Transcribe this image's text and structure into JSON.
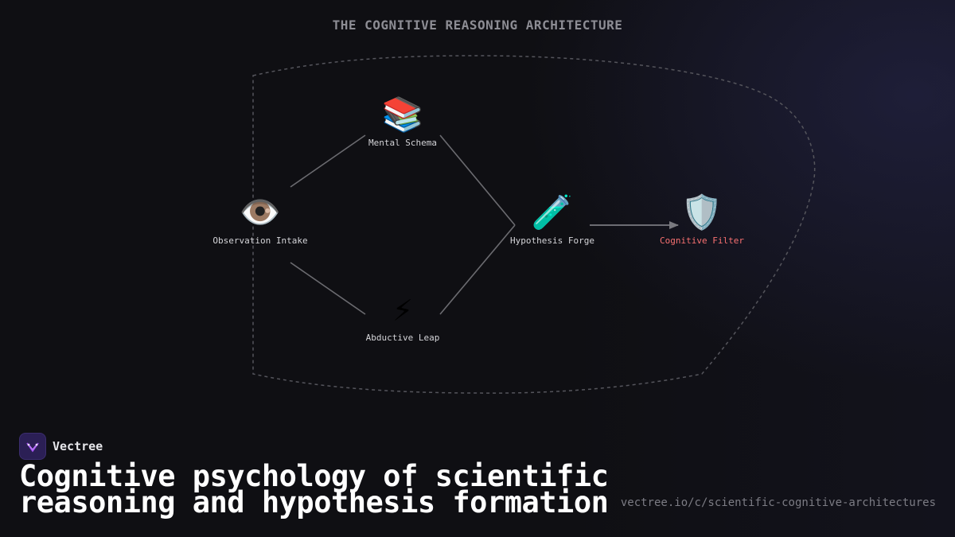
{
  "diagram": {
    "title": "THE COGNITIVE REASONING ARCHITECTURE",
    "nodes": [
      {
        "id": "observation",
        "label": "Observation Intake",
        "icon": "eye-icon",
        "glyph": "👁️",
        "highlight": false
      },
      {
        "id": "schema",
        "label": "Mental Schema",
        "icon": "books-icon",
        "glyph": "📚",
        "highlight": false
      },
      {
        "id": "leap",
        "label": "Abductive Leap",
        "icon": "lightning-icon",
        "glyph": "⚡",
        "highlight": false
      },
      {
        "id": "hypothesis",
        "label": "Hypothesis Forge",
        "icon": "test-tube-icon",
        "glyph": "🧪",
        "highlight": false
      },
      {
        "id": "filter",
        "label": "Cognitive Filter",
        "icon": "shield-icon",
        "glyph": "🛡️",
        "highlight": true
      }
    ],
    "edges": [
      {
        "from": "observation",
        "to": "schema",
        "arrow": false
      },
      {
        "from": "observation",
        "to": "leap",
        "arrow": false
      },
      {
        "from": "schema",
        "to": "hypothesis",
        "arrow": false
      },
      {
        "from": "leap",
        "to": "hypothesis",
        "arrow": false
      },
      {
        "from": "hypothesis",
        "to": "filter",
        "arrow": true
      }
    ],
    "colors": {
      "highlight_label": "#f87171",
      "edge": "#6b6b70",
      "boundary": "#55555c"
    }
  },
  "brand": {
    "name": "Vectree",
    "logo_icon": "vectree-logo-icon"
  },
  "headline": {
    "line1": "Cognitive psychology of scientific",
    "line2": "reasoning and hypothesis formation"
  },
  "url": "vectree.io/c/scientific-cognitive-architectures"
}
